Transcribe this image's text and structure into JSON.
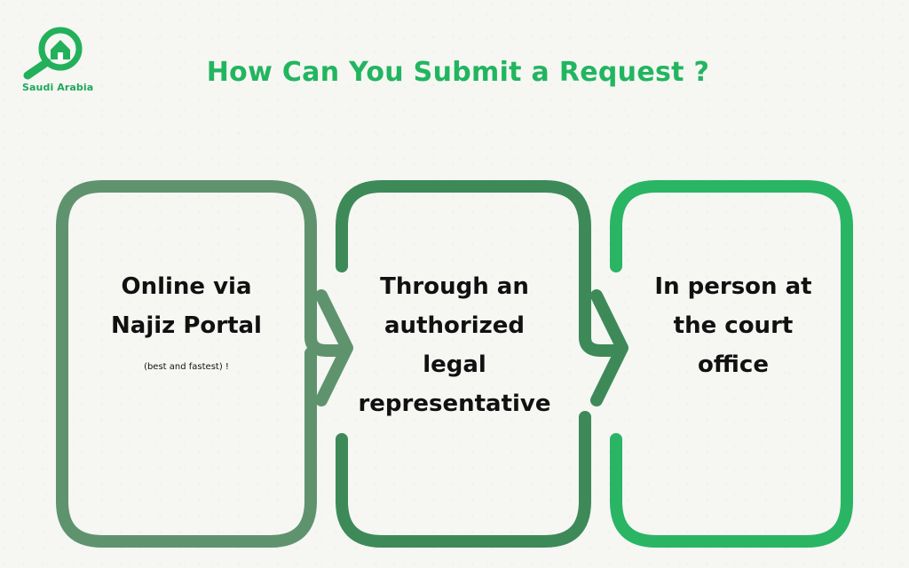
{
  "brand": {
    "name": "Saudi Arabia",
    "logo_icon": "magnifier-house-icon",
    "color": "#22b05b"
  },
  "title": "How Can You Submit a Request ?",
  "steps": [
    {
      "lines": [
        "Online via",
        "Najiz Portal"
      ],
      "note": "(best and fastest) !",
      "color": "#5f936e"
    },
    {
      "lines": [
        "Through an",
        "authorized",
        "legal",
        "representative"
      ],
      "color": "#3d8a58"
    },
    {
      "lines": [
        "In person at",
        "the court",
        "office"
      ],
      "color": "#2ab564"
    }
  ],
  "colors": {
    "title": "#22b560",
    "background": "#f6f6f3",
    "text": "#111111"
  }
}
